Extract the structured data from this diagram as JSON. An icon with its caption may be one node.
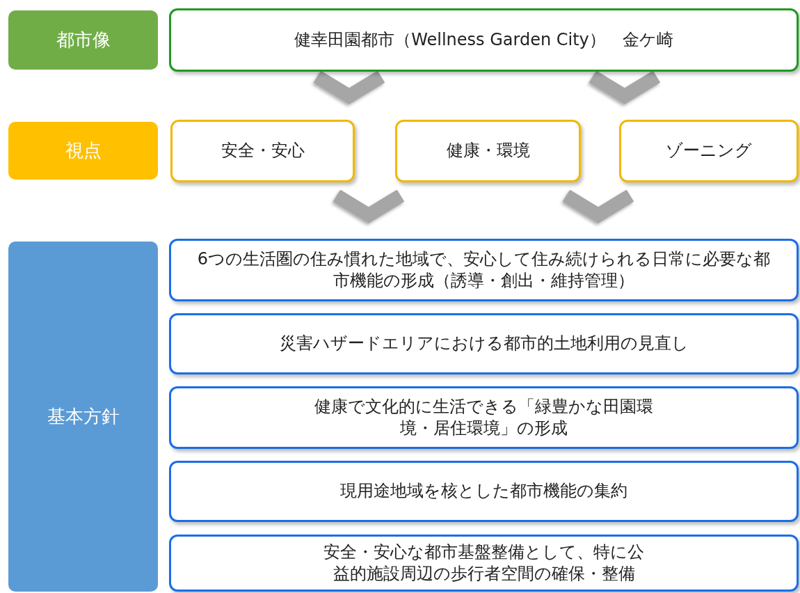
{
  "diagram": {
    "nodes": [
      {
        "text": [
          "都市像"
        ]
      },
      {
        "text": [
          "健幸田園都市（Wellness Garden City）　金ケ崎"
        ]
      },
      {
        "text": [
          "視点"
        ]
      },
      {
        "text": [
          "安全・安心"
        ]
      },
      {
        "text": [
          "健康・環境"
        ]
      },
      {
        "text": [
          "ゾーニング"
        ]
      },
      {
        "text": [
          "基本方針"
        ]
      },
      {
        "text": [
          "6つの生活圏の住み慣れた地域で、安心して住み続けられる日常に必要な都市機能の形成（誘導・創出・維持管理）"
        ]
      },
      {
        "text": [
          "災害ハザードエリアにおける都市的土地利用の見直し"
        ]
      },
      {
        "text": [
          "健康で文化的に生活できる「緑豊かな田園環境・居住環境」の形成"
        ]
      },
      {
        "text": [
          "現用途地域を核とした都市機能の集約"
        ]
      },
      {
        "text": [
          "安全・安心な都市基盤整備として、特に公益的施設周辺の歩行者空間の確保・整備"
        ]
      }
    ],
    "edges": [
      {
        "from": 1,
        "to": 3,
        "arrow": "to"
      },
      {
        "from": 1,
        "to": 5,
        "arrow": "to"
      },
      {
        "from": 3,
        "to": 7,
        "arrow": "to"
      },
      {
        "from": 5,
        "to": 7,
        "arrow": "to"
      }
    ]
  }
}
